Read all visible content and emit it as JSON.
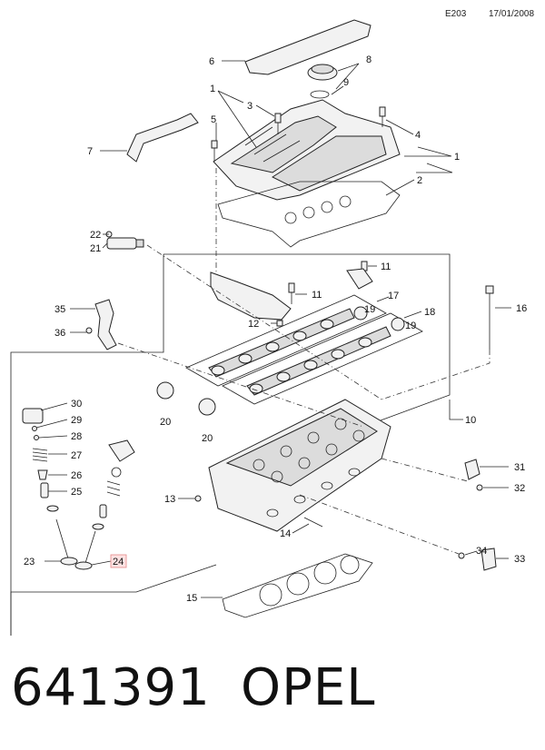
{
  "header": {
    "code": "E203",
    "date": "17/01/2008"
  },
  "footer": {
    "part_number": "641391",
    "brand": "OPEL"
  },
  "callouts": {
    "c1a": "1",
    "c1b": "1",
    "c2": "2",
    "c3": "3",
    "c4": "4",
    "c5": "5",
    "c6": "6",
    "c7": "7",
    "c8": "8",
    "c9": "9",
    "c10": "10",
    "c11a": "11",
    "c11b": "11",
    "c12": "12",
    "c13": "13",
    "c14": "14",
    "c15": "15",
    "c16": "16",
    "c17": "17",
    "c18": "18",
    "c19a": "19",
    "c19b": "19",
    "c20a": "20",
    "c20b": "20",
    "c21": "21",
    "c22": "22",
    "c23": "23",
    "c24": "24",
    "c25": "25",
    "c26": "26",
    "c27": "27",
    "c28": "28",
    "c29": "29",
    "c30": "30",
    "c31": "31",
    "c32": "32",
    "c33": "33",
    "c34": "34",
    "c35": "35",
    "c36": "36"
  },
  "highlight_color": "#e58a8a"
}
